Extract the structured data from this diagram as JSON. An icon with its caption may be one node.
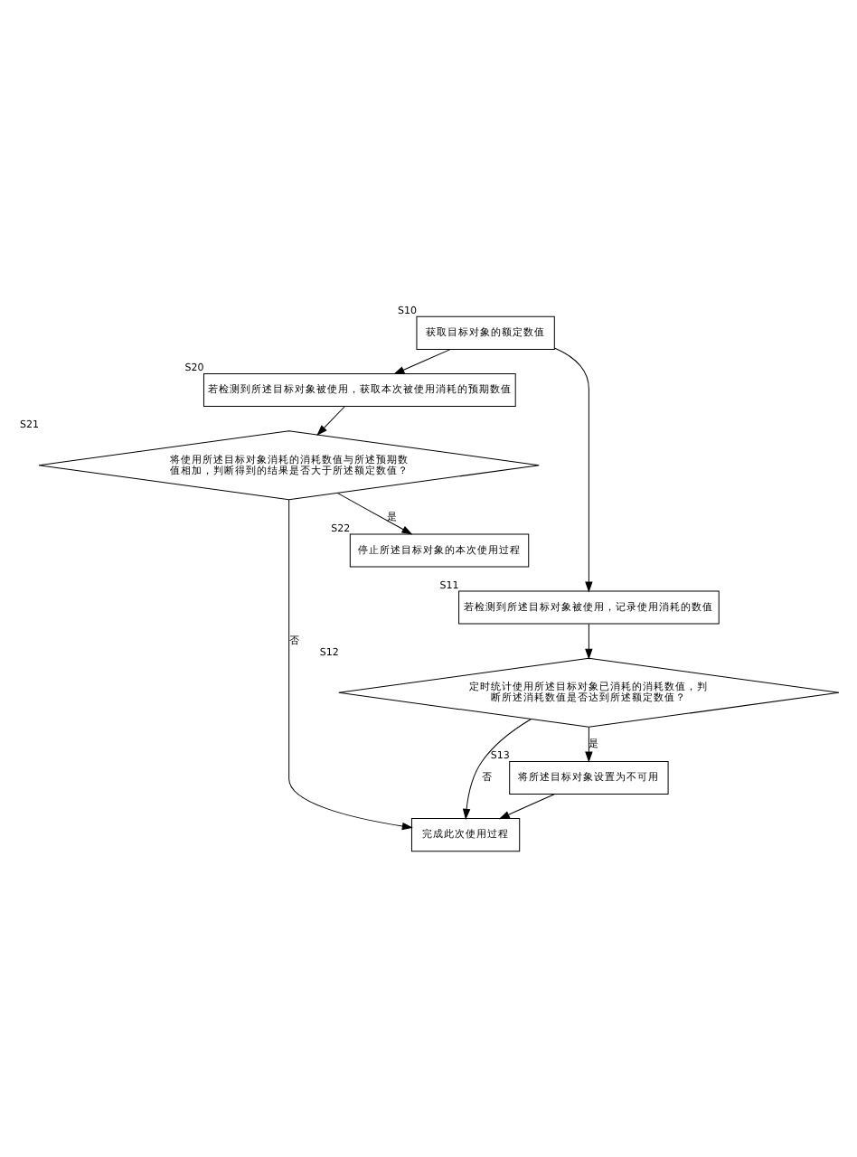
{
  "diagram": {
    "nodes": [
      {
        "text": [
          "获取目标对象的额定数值"
        ],
        "beside": [
          "S10"
        ]
      },
      {
        "text": [
          "若检测到所述目标对象被使用，获取本次被使用消耗的预期数值"
        ],
        "beside": [
          "S20"
        ]
      },
      {
        "text": [
          "将使用所述目标对象消耗的消耗数值与所述预期数值相加，判断得到的结果是否大于所述额定数值？"
        ],
        "beside": [
          "S21"
        ]
      },
      {
        "text": [
          "停止所述目标对象的本次使用过程"
        ],
        "beside": [
          "S22"
        ]
      },
      {
        "text": [
          "若检测到所述目标对象被使用，记录使用消耗的数值"
        ],
        "beside": [
          "S11"
        ]
      },
      {
        "text": [
          "定时统计使用所述目标对象已消耗的消耗数值，判断所述消耗数值是否达到所述额定数值？"
        ],
        "beside": [
          "S12"
        ]
      },
      {
        "text": [
          "将所述目标对象设置为不可用"
        ],
        "beside": [
          "S13"
        ]
      },
      {
        "text": [
          "完成此次使用过程"
        ]
      }
    ],
    "edges": [
      {
        "from": 0,
        "to": 1,
        "arrow": "to"
      },
      {
        "from": 1,
        "to": 2,
        "arrow": "to"
      },
      {
        "from": 2,
        "to": 3,
        "arrow": "to",
        "label": "是"
      },
      {
        "from": 0,
        "to": 4,
        "arrow": "to"
      },
      {
        "from": 2,
        "to": 7,
        "arrow": "to",
        "label": "否"
      },
      {
        "from": 4,
        "to": 5,
        "arrow": "to"
      },
      {
        "from": 5,
        "to": 6,
        "arrow": "to",
        "label": "是"
      },
      {
        "from": 5,
        "to": 7,
        "arrow": "to",
        "label": "否"
      },
      {
        "from": 6,
        "to": 7,
        "arrow": "to"
      }
    ]
  }
}
